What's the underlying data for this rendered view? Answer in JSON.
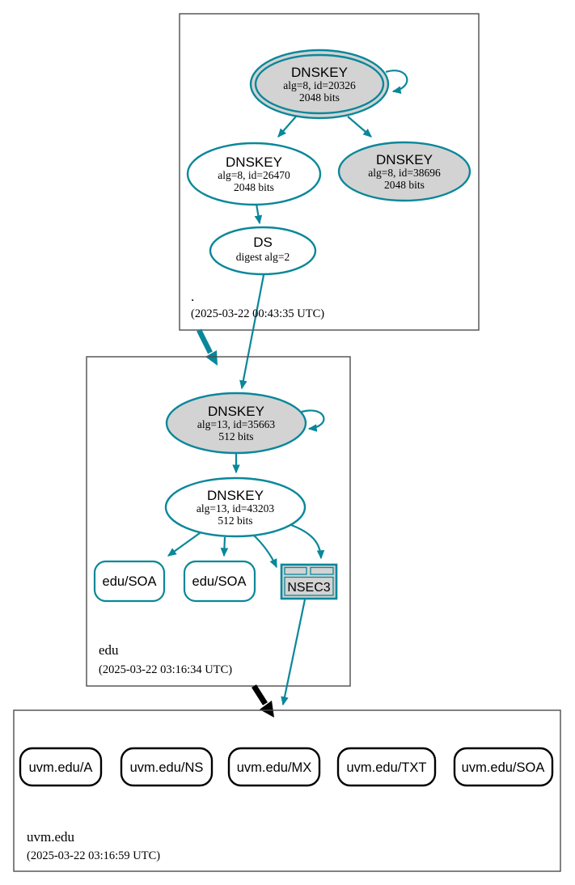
{
  "colors": {
    "secure_teal": "#0a879a",
    "node_gray": "#d3d3d3",
    "box_border": "#4d4d4d",
    "insecure_black": "#000000"
  },
  "zones": [
    {
      "name": ".",
      "timestamp": "(2025-03-22 00:43:35 UTC)",
      "nodes": {
        "ksk": {
          "title": "DNSKEY",
          "detail1": "alg=8, id=20326",
          "detail2": "2048 bits"
        },
        "zsk": {
          "title": "DNSKEY",
          "detail1": "alg=8, id=26470",
          "detail2": "2048 bits"
        },
        "key2": {
          "title": "DNSKEY",
          "detail1": "alg=8, id=38696",
          "detail2": "2048 bits"
        },
        "ds": {
          "title": "DS",
          "detail1": "digest alg=2"
        }
      }
    },
    {
      "name": "edu",
      "timestamp": "(2025-03-22 03:16:34 UTC)",
      "nodes": {
        "ksk": {
          "title": "DNSKEY",
          "detail1": "alg=13, id=35663",
          "detail2": "512 bits"
        },
        "zsk": {
          "title": "DNSKEY",
          "detail1": "alg=13, id=43203",
          "detail2": "512 bits"
        },
        "soa1": {
          "label": "edu/SOA"
        },
        "soa2": {
          "label": "edu/SOA"
        },
        "nsec3": {
          "label": "NSEC3"
        }
      }
    },
    {
      "name": "uvm.edu",
      "timestamp": "(2025-03-22 03:16:59 UTC)",
      "nodes": {
        "a": {
          "label": "uvm.edu/A"
        },
        "ns": {
          "label": "uvm.edu/NS"
        },
        "mx": {
          "label": "uvm.edu/MX"
        },
        "txt": {
          "label": "uvm.edu/TXT"
        },
        "soa": {
          "label": "uvm.edu/SOA"
        }
      }
    }
  ]
}
